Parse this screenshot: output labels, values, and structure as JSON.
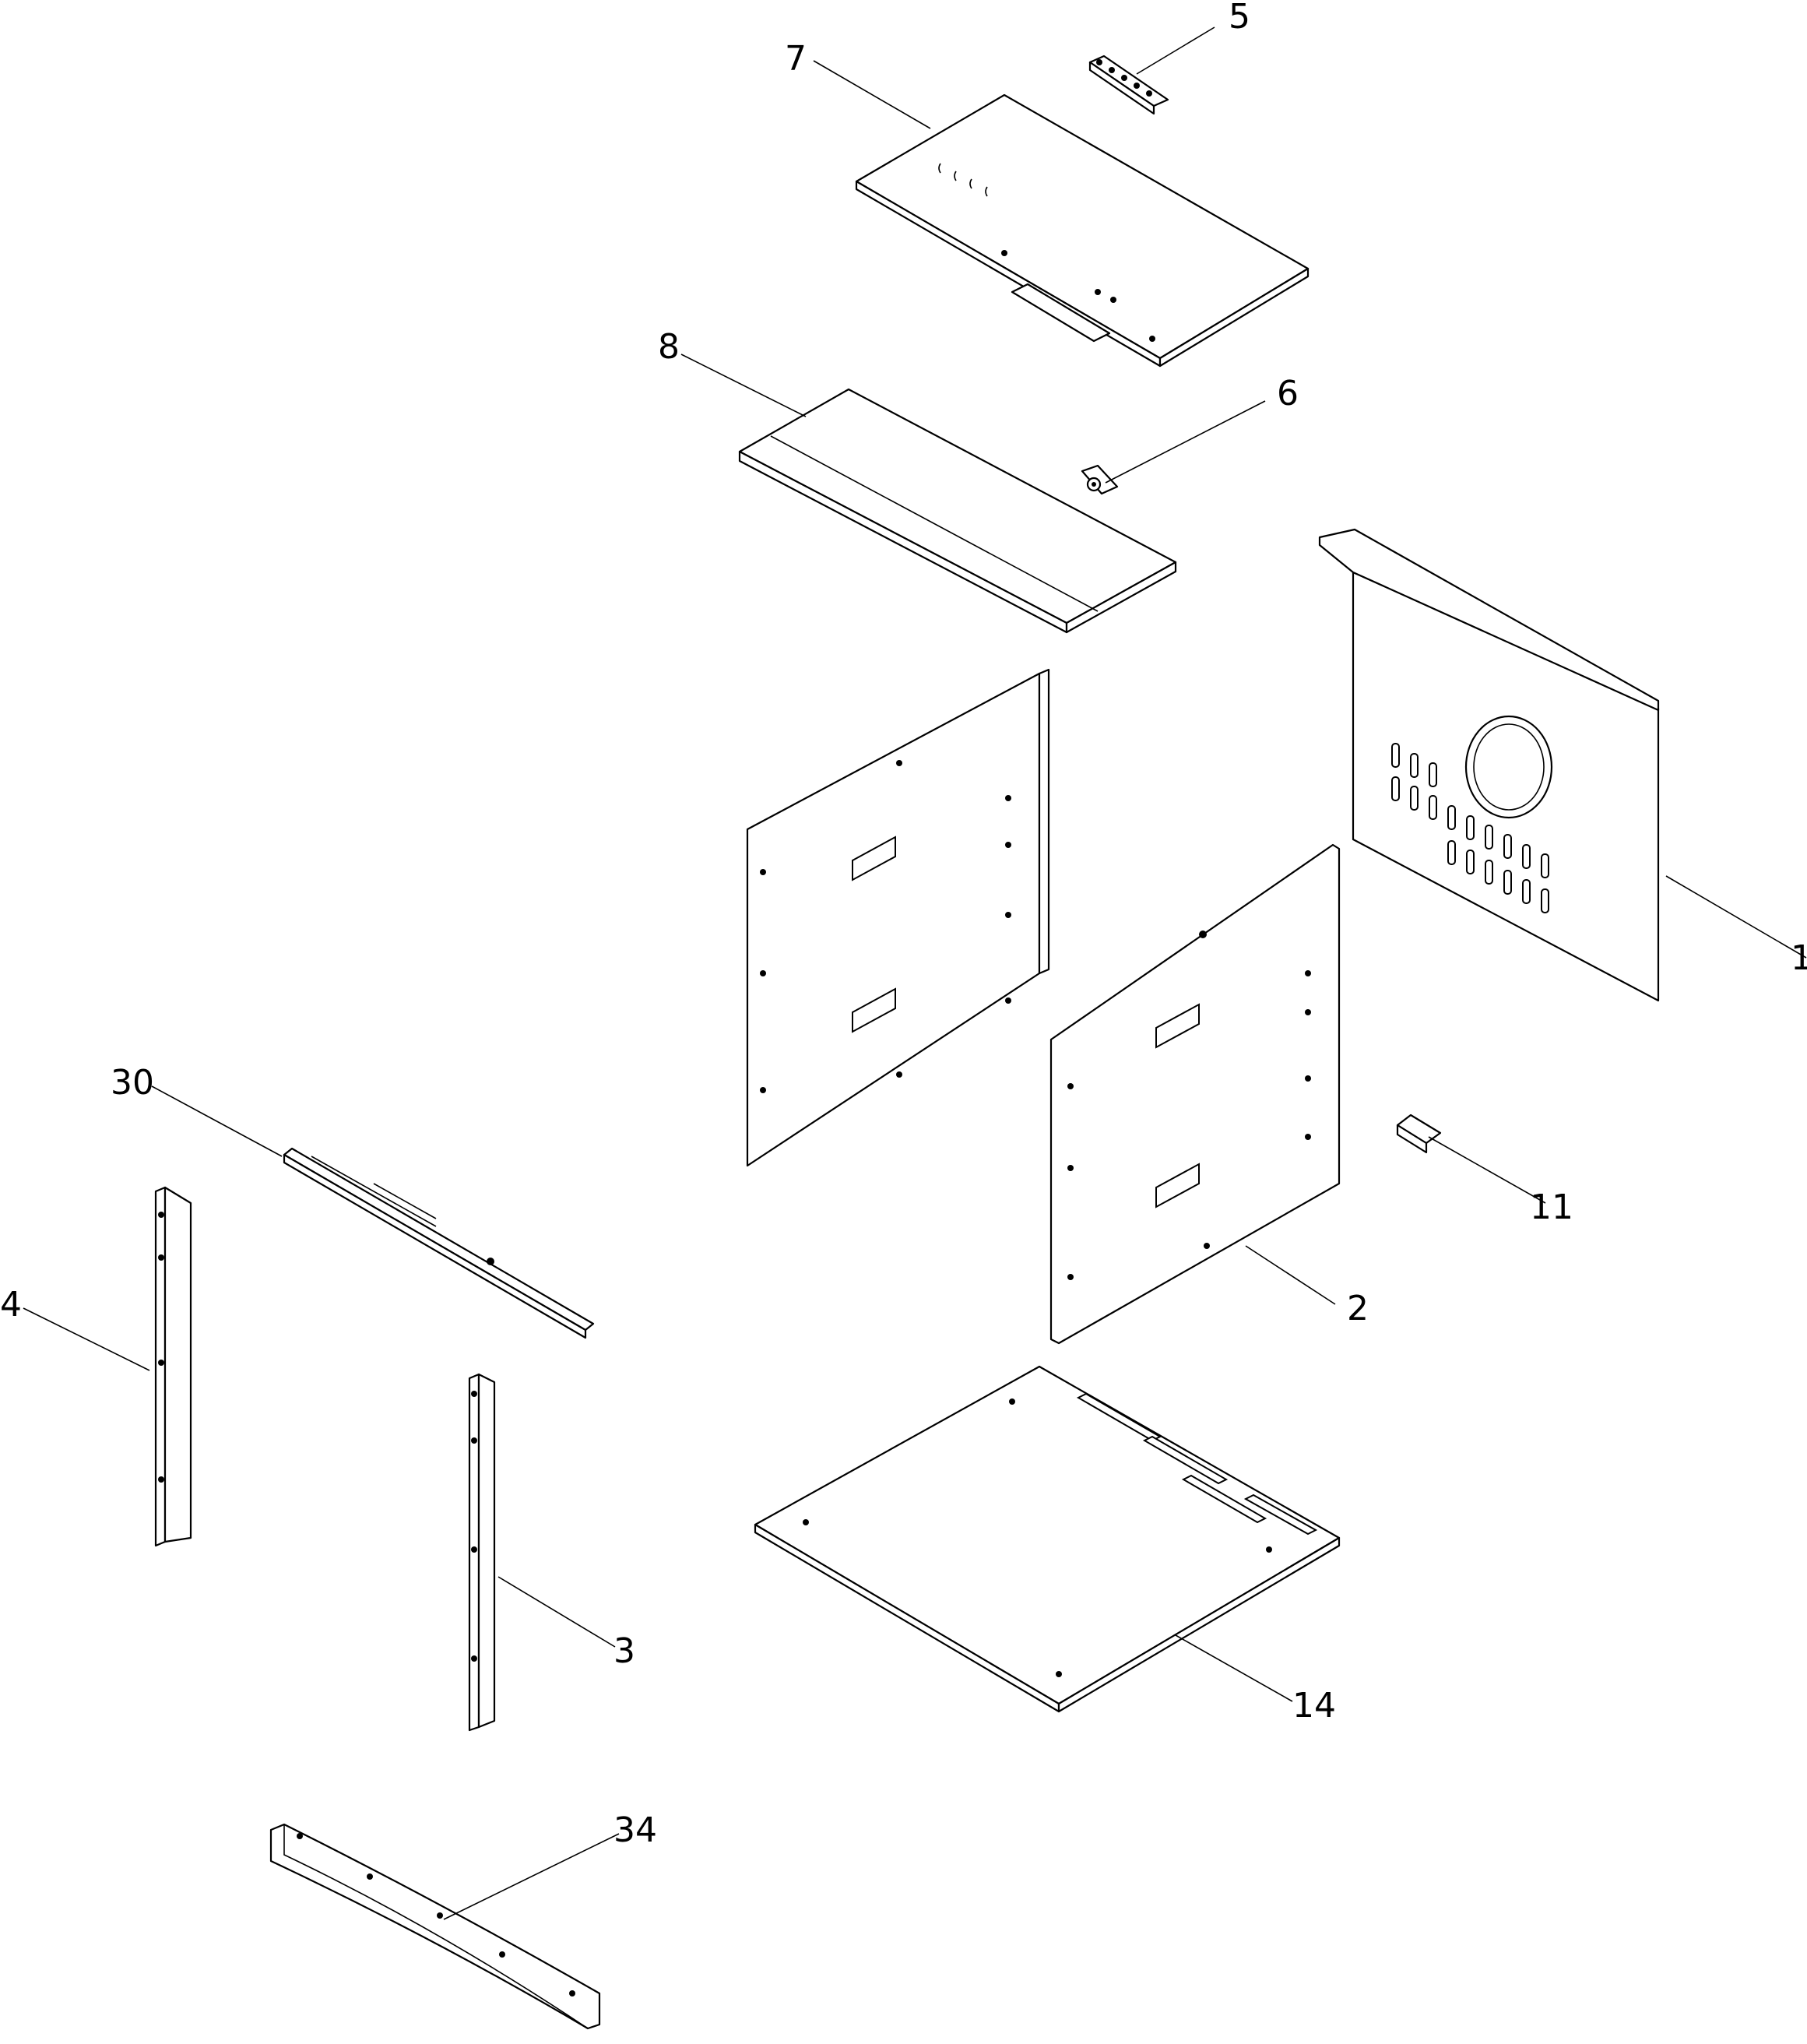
{
  "labels": {
    "part_1": "1",
    "part_2": "2",
    "part_3": "3",
    "part_4": "4",
    "part_5": "5",
    "part_6": "6",
    "part_7": "7",
    "part_8": "8",
    "part_11": "11",
    "part_14": "14",
    "part_30": "30",
    "part_34": "34"
  }
}
